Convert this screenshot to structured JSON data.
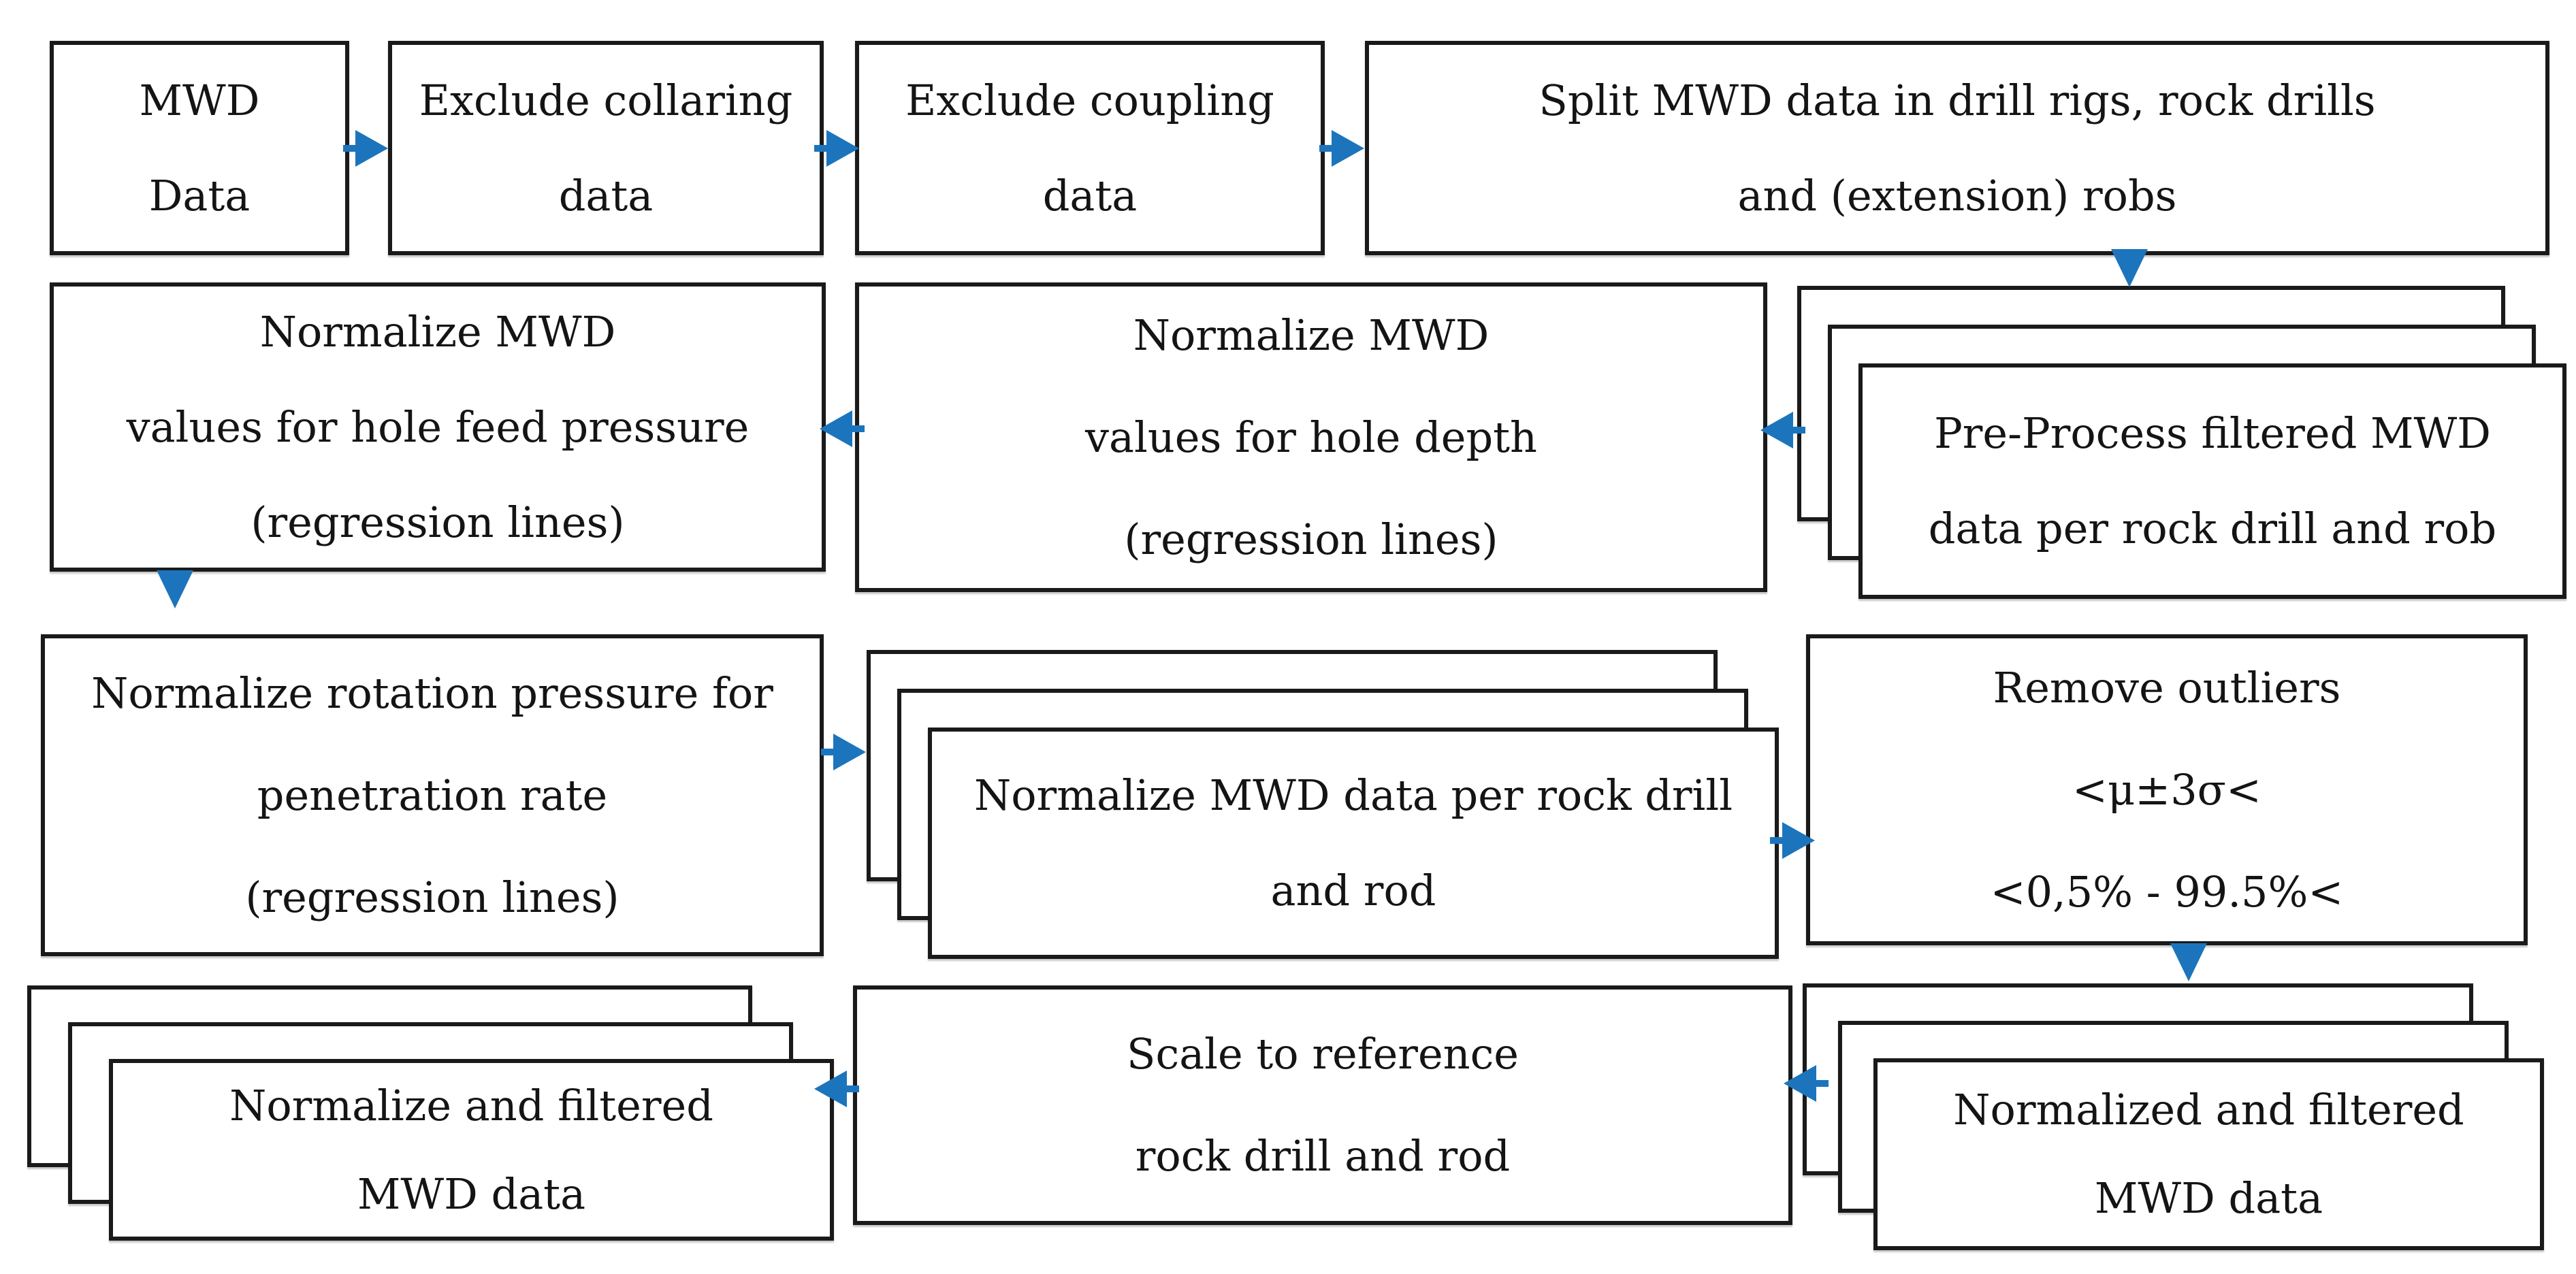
{
  "colors": {
    "arrow": "#1c75bc",
    "border": "#1a1a1a",
    "box_fill": "#ffffff",
    "background": "#ffffff",
    "text": "#141414"
  },
  "boxes": {
    "mwd_data": {
      "lines": [
        "MWD",
        "Data"
      ]
    },
    "exclude_collaring": {
      "lines": [
        "Exclude collaring",
        "data"
      ]
    },
    "exclude_coupling": {
      "lines": [
        "Exclude coupling",
        "data"
      ]
    },
    "split_mwd": {
      "lines": [
        "Split MWD data in drill rigs, rock drills",
        "and (extension) robs"
      ]
    },
    "normalize_feed_pressure": {
      "lines": [
        "Normalize MWD",
        "values for hole feed pressure",
        "(regression lines)"
      ]
    },
    "normalize_hole_depth": {
      "lines": [
        "Normalize MWD",
        "values for hole depth",
        "(regression lines)"
      ]
    },
    "preprocess_filtered": {
      "stacked": true,
      "lines": [
        "Pre-Process filtered MWD",
        "data per rock drill and rob"
      ]
    },
    "normalize_rotation": {
      "lines": [
        "Normalize rotation pressure for",
        "penetration rate",
        "(regression lines)"
      ]
    },
    "normalize_per_drill": {
      "stacked": true,
      "lines": [
        "Normalize MWD data per rock drill",
        "and rod"
      ]
    },
    "remove_outliers": {
      "lines": [
        "Remove outliers",
        "<μ±3σ<",
        "<0,5% - 99.5%<"
      ]
    },
    "normalize_filtered": {
      "stacked": true,
      "lines": [
        "Normalize and filtered",
        "MWD data"
      ]
    },
    "scale_reference": {
      "lines": [
        "Scale to reference",
        "rock drill and rod"
      ]
    },
    "normalized_filtered": {
      "stacked": true,
      "lines": [
        "Normalized and filtered",
        "MWD data"
      ]
    }
  },
  "arrows": [
    {
      "from": "mwd_data",
      "to": "exclude_collaring",
      "direction": "right"
    },
    {
      "from": "exclude_collaring",
      "to": "exclude_coupling",
      "direction": "right"
    },
    {
      "from": "exclude_coupling",
      "to": "split_mwd",
      "direction": "right"
    },
    {
      "from": "split_mwd",
      "to": "preprocess_filtered",
      "direction": "down"
    },
    {
      "from": "preprocess_filtered",
      "to": "normalize_hole_depth",
      "direction": "left"
    },
    {
      "from": "normalize_hole_depth",
      "to": "normalize_feed_pressure",
      "direction": "left"
    },
    {
      "from": "normalize_feed_pressure",
      "to": "normalize_rotation",
      "direction": "down"
    },
    {
      "from": "normalize_rotation",
      "to": "normalize_per_drill",
      "direction": "right"
    },
    {
      "from": "normalize_per_drill",
      "to": "remove_outliers",
      "direction": "right"
    },
    {
      "from": "remove_outliers",
      "to": "normalized_filtered",
      "direction": "down"
    },
    {
      "from": "normalized_filtered",
      "to": "scale_reference",
      "direction": "left"
    },
    {
      "from": "scale_reference",
      "to": "normalize_filtered",
      "direction": "left"
    }
  ]
}
